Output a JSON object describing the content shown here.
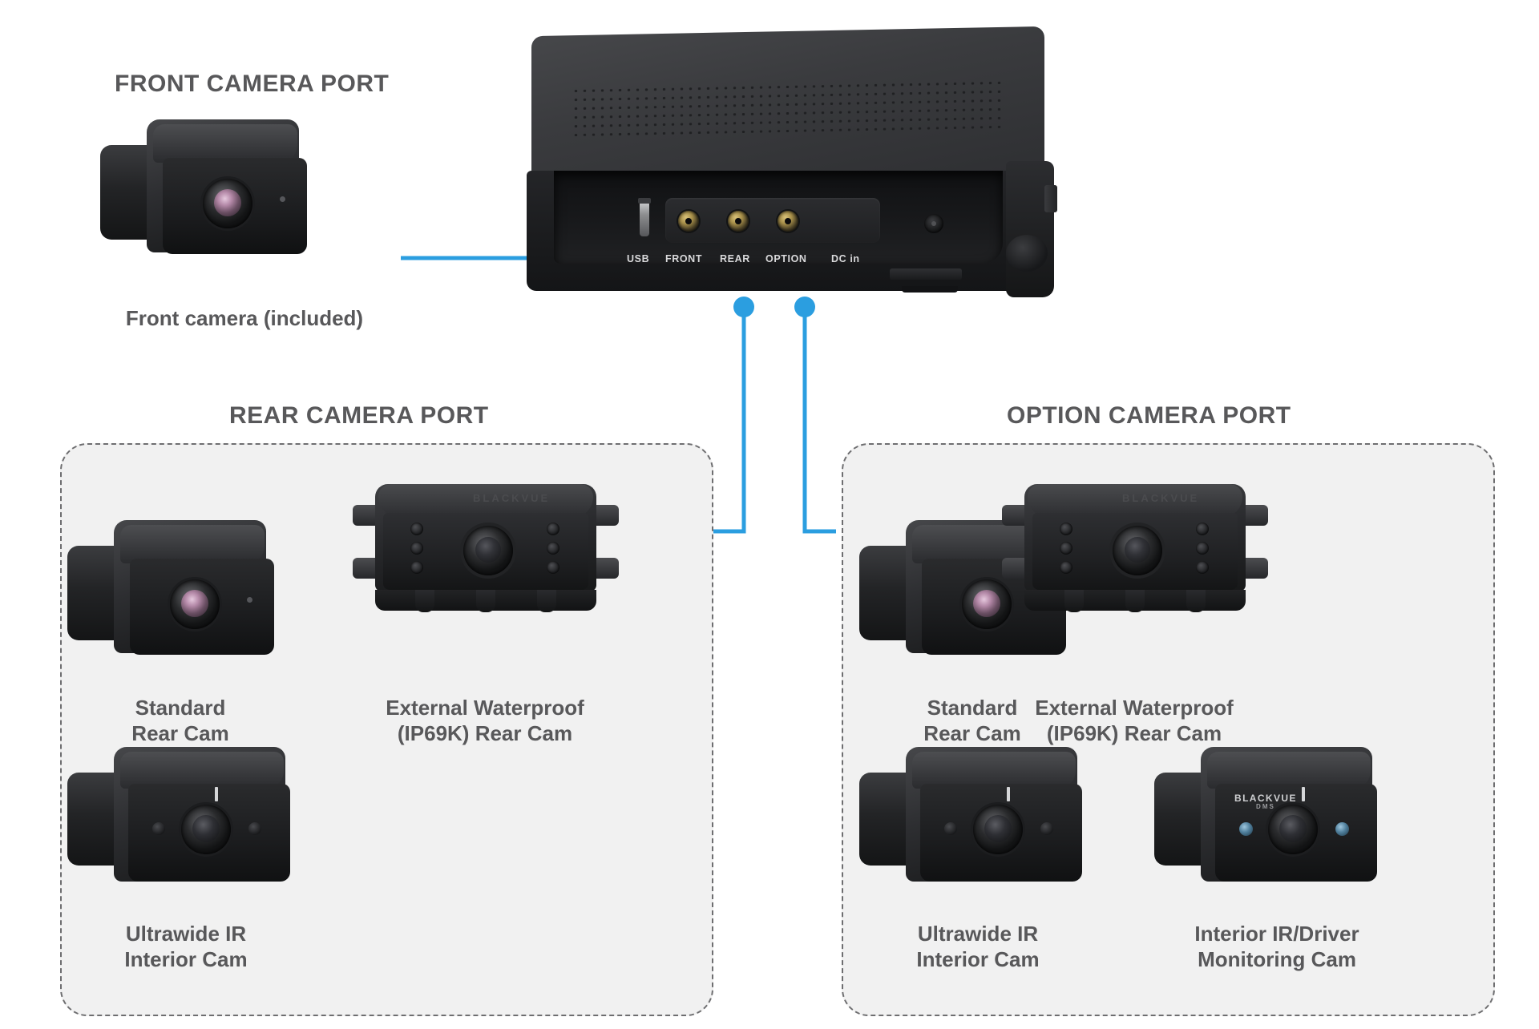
{
  "diagram": {
    "title_front": "FRONT CAMERA PORT",
    "title_rear": "REAR CAMERA PORT",
    "title_option": "OPTION CAMERA PORT",
    "accent_color": "#2b9ee0",
    "box_fill_color": "#f1f1f1",
    "box_border_color": "#6e6e70",
    "text_color": "#58585a"
  },
  "front_section": {
    "caption": "Front camera (included)"
  },
  "dashcam": {
    "brand": "BLACKVUE",
    "ports": [
      {
        "label": "USB",
        "type": "usb"
      },
      {
        "label": "FRONT",
        "type": "coax"
      },
      {
        "label": "REAR",
        "type": "coax"
      },
      {
        "label": "OPTION",
        "type": "coax"
      },
      {
        "label": "DC in",
        "type": "barrel"
      }
    ]
  },
  "rear_section": {
    "cameras": [
      {
        "caption": "Standard\nRear Cam"
      },
      {
        "caption": "External Waterproof\n(IP69K) Rear Cam",
        "brand": "BLACKVUE"
      },
      {
        "caption": "Ultrawide IR\nInterior Cam"
      }
    ]
  },
  "option_section": {
    "cameras": [
      {
        "caption": "Standard\nRear Cam"
      },
      {
        "caption": "External Waterproof\n(IP69K) Rear Cam",
        "brand": "BLACKVUE"
      },
      {
        "caption": "Ultrawide IR\nInterior Cam"
      },
      {
        "caption": "Interior IR/Driver\nMonitoring Cam",
        "brand": "BLACKVUE",
        "brand_sub": "DMS"
      }
    ]
  }
}
